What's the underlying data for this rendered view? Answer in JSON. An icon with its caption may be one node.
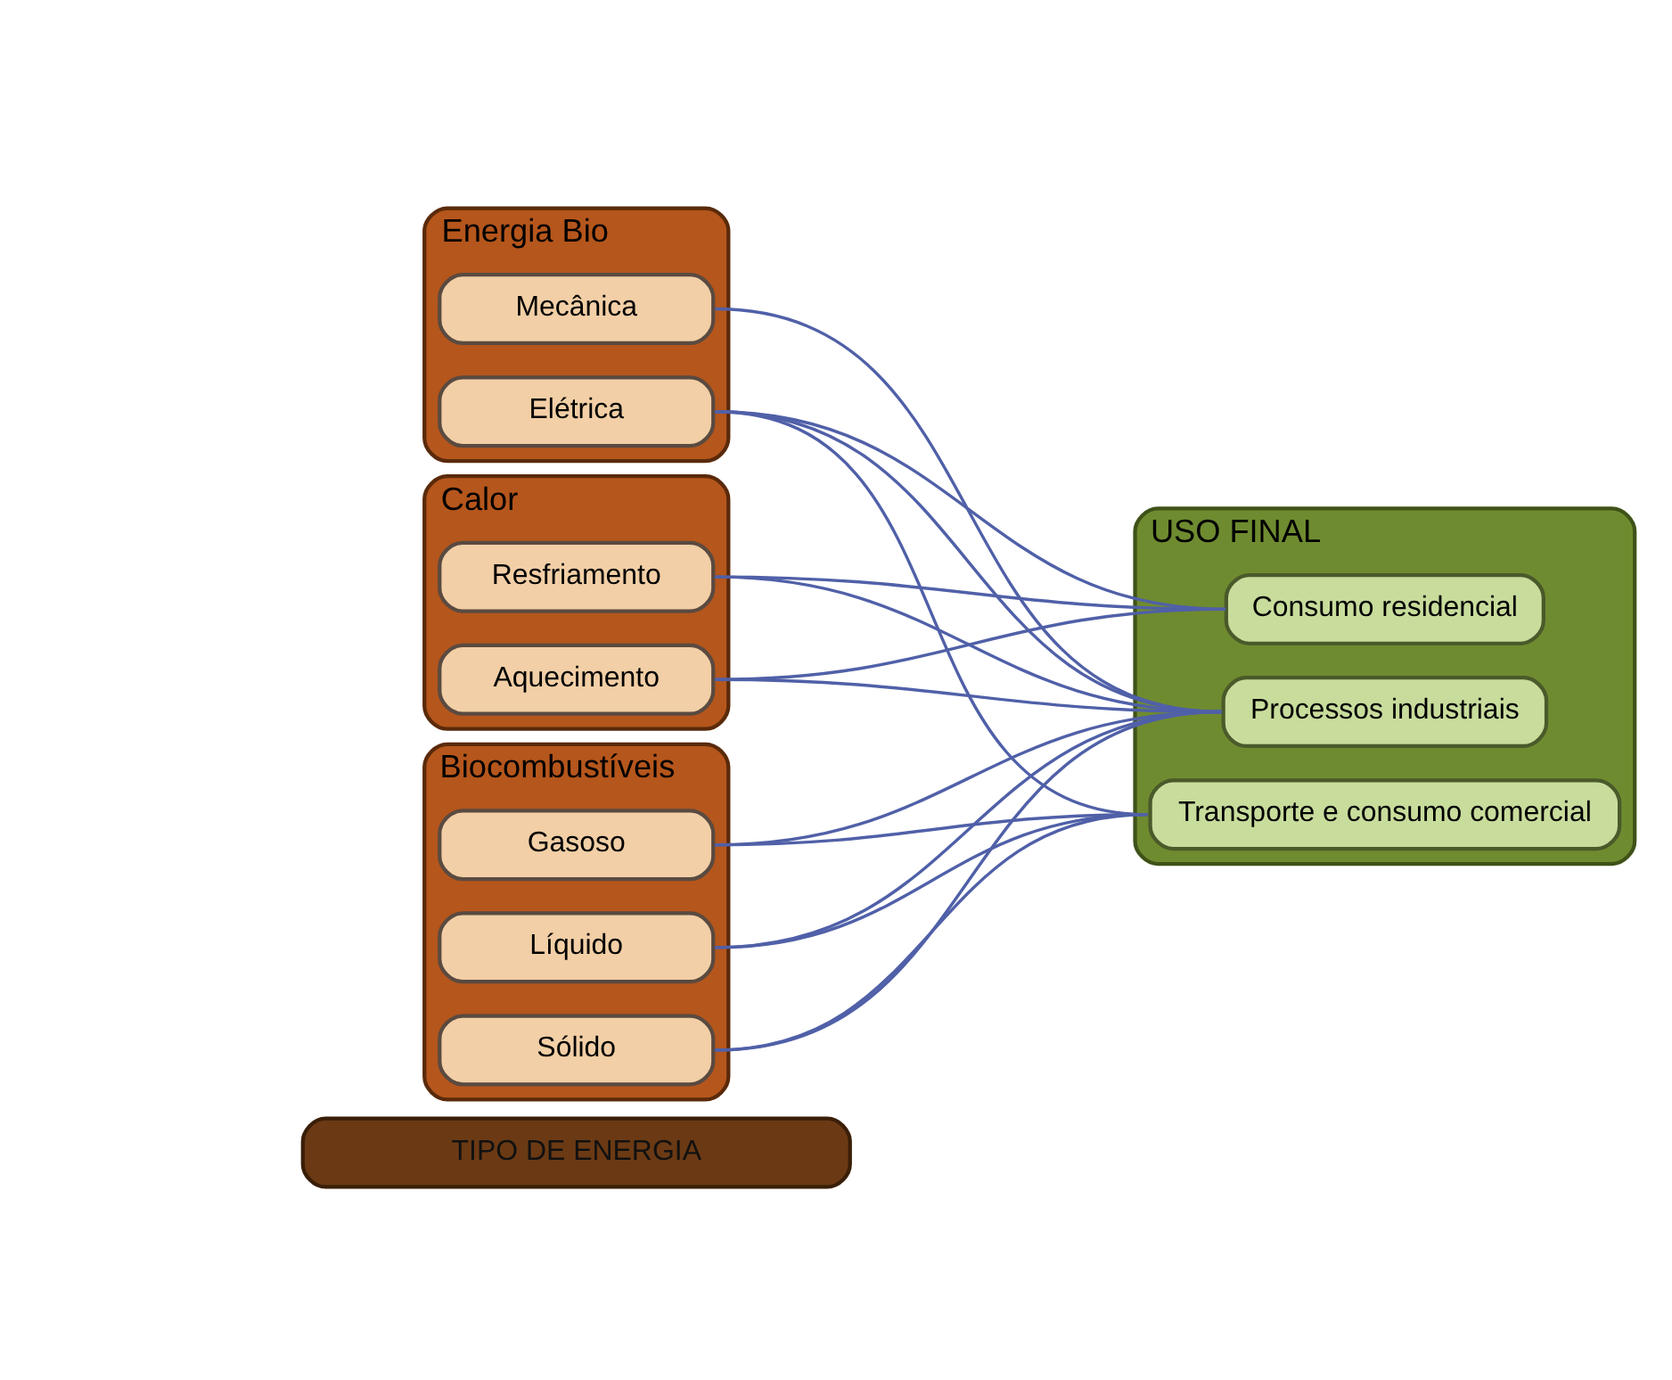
{
  "diagram": {
    "nodes": [
      {
        "text": [
          "TIPO DE ENERGIA"
        ]
      },
      {
        "text": [
          "Energia Bio"
        ]
      },
      {
        "text": [
          "Elétrica"
        ],
        "in": 1
      },
      {
        "text": [
          "Mecânica"
        ],
        "in": 1
      },
      {
        "text": [
          "Calor"
        ]
      },
      {
        "text": [
          "Aquecimento"
        ],
        "in": 4
      },
      {
        "text": [
          "Resfriamento"
        ],
        "in": 4
      },
      {
        "text": [
          "Biocombustíveis"
        ]
      },
      {
        "text": [
          "Líquido"
        ],
        "in": 7
      },
      {
        "text": [
          "Gasoso"
        ],
        "in": 7
      },
      {
        "text": [
          "Sólido"
        ],
        "in": 7
      },
      {
        "text": [
          "USO FINAL"
        ]
      },
      {
        "text": [
          "Processos industriais"
        ],
        "in": 11
      },
      {
        "text": [
          "Consumo residencial"
        ],
        "in": 11
      },
      {
        "text": [
          "Transporte e consumo comercial"
        ],
        "in": 11
      }
    ],
    "edges": [
      {
        "from": 2,
        "to": 12,
        "arrow": "none"
      },
      {
        "from": 2,
        "to": 13,
        "arrow": "none"
      },
      {
        "from": 2,
        "to": 14,
        "arrow": "none"
      },
      {
        "from": 3,
        "to": 12,
        "arrow": "none"
      },
      {
        "from": 5,
        "to": 12,
        "arrow": "none"
      },
      {
        "from": 5,
        "to": 13,
        "arrow": "none"
      },
      {
        "from": 6,
        "to": 12,
        "arrow": "none"
      },
      {
        "from": 6,
        "to": 13,
        "arrow": "none"
      },
      {
        "from": 8,
        "to": 12,
        "arrow": "none"
      },
      {
        "from": 8,
        "to": 14,
        "arrow": "none"
      },
      {
        "from": 9,
        "to": 12,
        "arrow": "none"
      },
      {
        "from": 9,
        "to": 14,
        "arrow": "none"
      },
      {
        "from": 10,
        "to": 12,
        "arrow": "none"
      },
      {
        "from": 10,
        "to": 14,
        "arrow": "none"
      }
    ]
  }
}
